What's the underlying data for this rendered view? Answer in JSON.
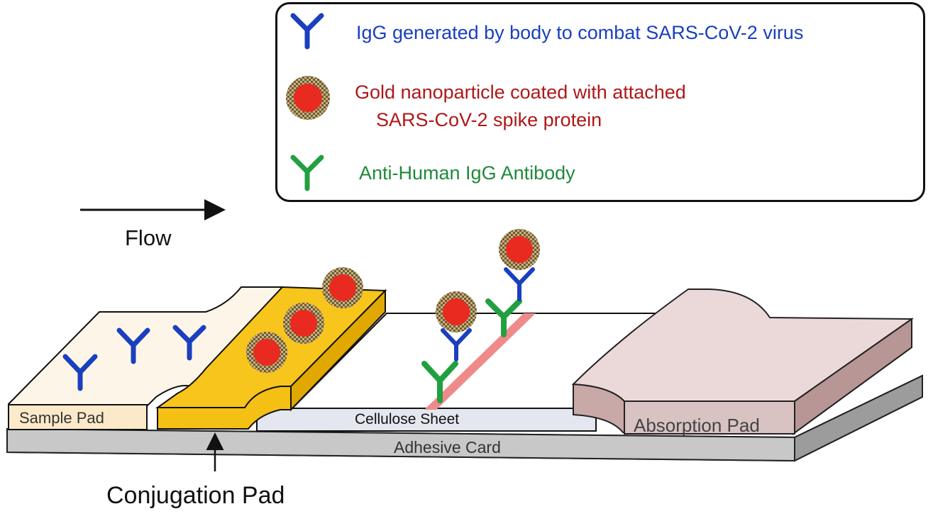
{
  "legend": {
    "items": [
      {
        "icon": "blue-antibody-icon",
        "text": "IgG generated by body to combat SARS-CoV-2 virus",
        "color": "#1a3fbf"
      },
      {
        "icon": "gold-nanoparticle-icon",
        "text_line1": "Gold nanoparticle coated with attached",
        "text_line2": "SARS-CoV-2 spike protein",
        "color": "#b01818"
      },
      {
        "icon": "green-antibody-icon",
        "text": "Anti-Human IgG Antibody",
        "color": "#1f8a3a"
      }
    ]
  },
  "flow_label": "Flow",
  "pads": {
    "sample": "Sample Pad",
    "cellulose": "Cellulose Sheet",
    "absorption": "Absorption Pad",
    "adhesive": "Adhesive Card",
    "conjugation": "Conjugation Pad"
  },
  "colors": {
    "igg_blue": "#1a3fbf",
    "anti_igg_green": "#22a041",
    "gold_particle": "#e82a20",
    "conjugation_pad": "#f5c014",
    "absorption_pad": "#ebd9d9",
    "test_line": "#f08a8a"
  }
}
